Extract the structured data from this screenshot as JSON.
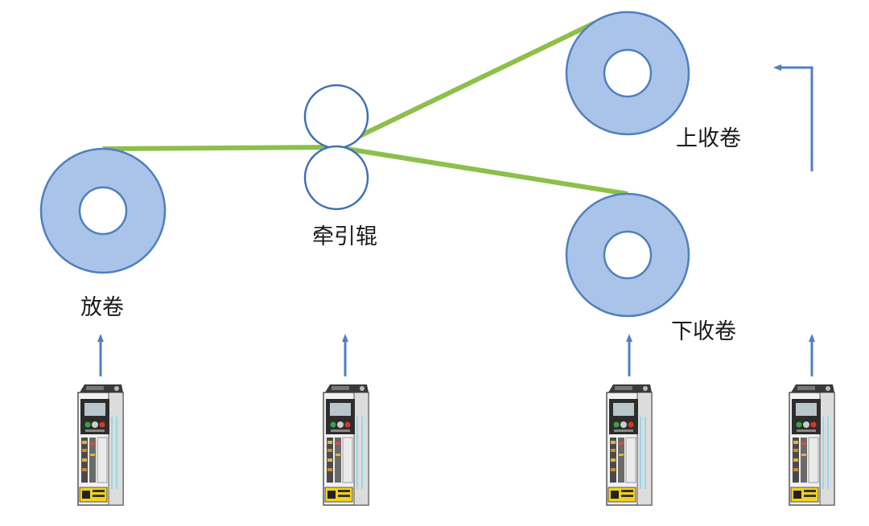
{
  "labels": {
    "unwind": "放卷",
    "pull_roller": "牵引辊",
    "upper_rewind": "上收卷",
    "lower_rewind": "下收卷"
  },
  "colors": {
    "reel_fill": "#a9c4e8",
    "reel_stroke": "#4f7fc0",
    "web": "#8cc04a",
    "arrow": "#4f7fc0",
    "roller_stroke": "#3f6fb5"
  },
  "drives": [
    {
      "id": "drive-unwind"
    },
    {
      "id": "drive-pull"
    },
    {
      "id": "drive-lower"
    },
    {
      "id": "drive-upper"
    }
  ]
}
